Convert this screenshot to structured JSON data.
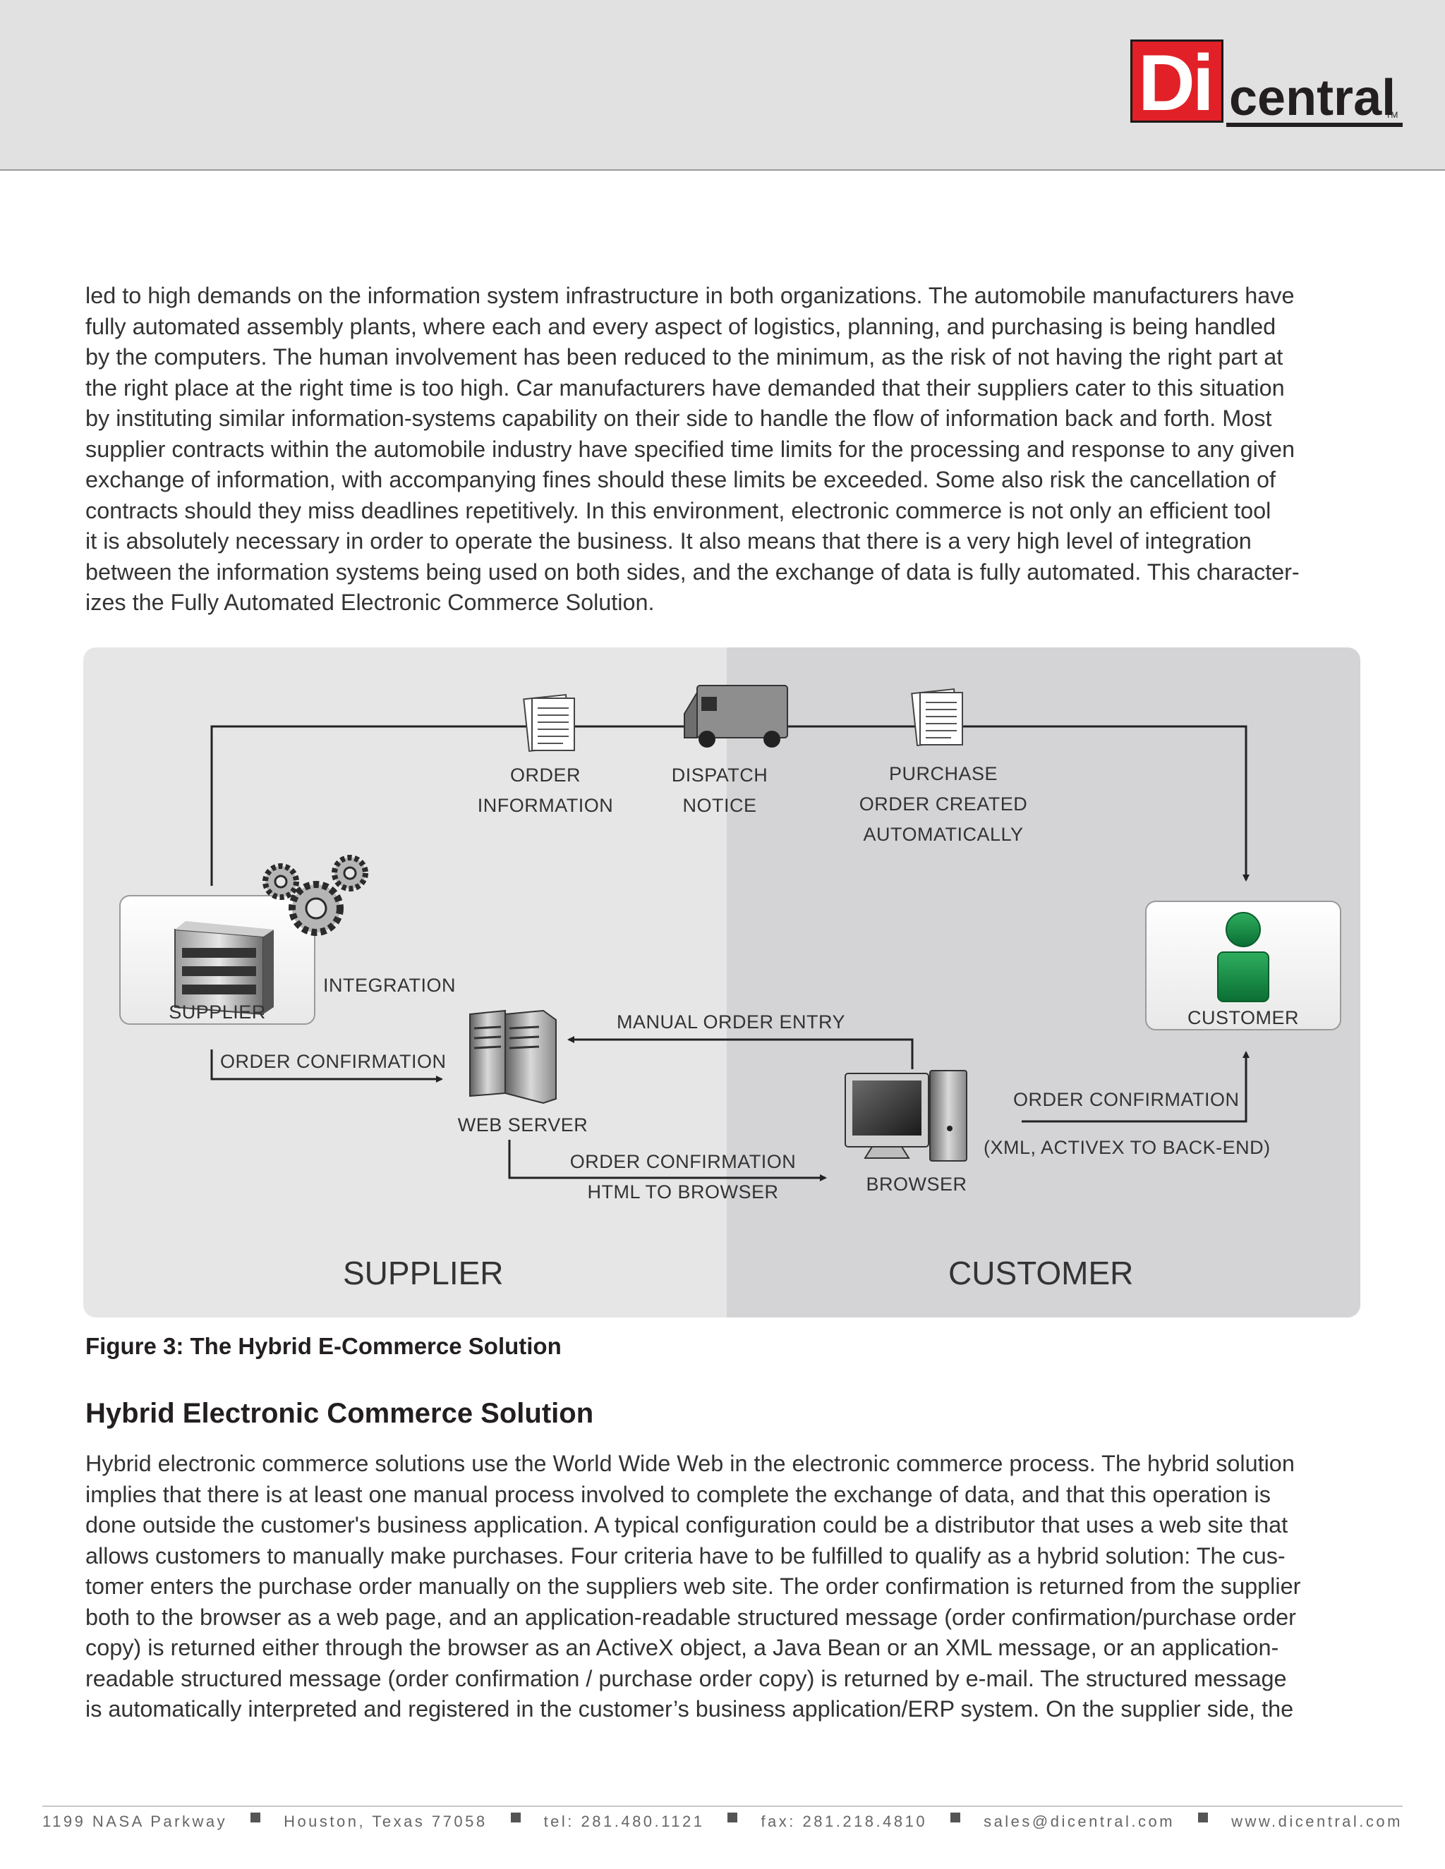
{
  "header": {
    "logo": {
      "mark": "Di",
      "wordmark": "central",
      "trademark": "TM"
    }
  },
  "intro": {
    "lines": [
      "led to high demands on the information system infrastructure in both organizations. The automobile manufacturers have",
      "fully automated assembly plants, where each and every aspect of logistics, planning, and purchasing is being handled",
      "by the computers. The human involvement has been reduced to the minimum, as the risk of not having the right part at",
      "the right place at the right time is too high. Car manufacturers have demanded that their suppliers cater to this situation",
      "by instituting similar information-systems capability on their side to handle the flow of information back and forth. Most",
      "supplier contracts within the automobile industry have specified time limits for the processing and response to any given",
      "exchange of information, with accompanying fines should these limits be exceeded. Some also risk the cancellation of",
      "contracts should they miss deadlines repetitively. In this environment, electronic commerce is not only an efficient tool",
      "it is absolutely necessary in order to operate the business. It also means that there is a very high level of integration",
      "between the information systems being used on both sides, and the exchange of data is fully automated. This character-",
      "izes the Fully Automated Electronic Commerce Solution."
    ]
  },
  "figure": {
    "labels": {
      "order_information": [
        "ORDER",
        "INFORMATION"
      ],
      "dispatch_notice": [
        "DISPATCH",
        "NOTICE"
      ],
      "purchase_order": [
        "PURCHASE",
        "ORDER CREATED",
        "AUTOMATICALLY"
      ],
      "integration": "INTEGRATION",
      "supplier_node": "SUPPLIER",
      "customer_node": "CUSTOMER",
      "manual_order_entry": "MANUAL ORDER ENTRY",
      "order_confirmation_left": "ORDER CONFIRMATION",
      "web_server": "WEB SERVER",
      "order_confirmation_html": [
        "ORDER CONFIRMATION",
        "HTML TO BROWSER"
      ],
      "browser": "BROWSER",
      "order_confirmation_right": "ORDER CONFIRMATION",
      "xml_activex": "(XML, ACTIVEX TO BACK-END)",
      "supplier_region": "SUPPLIER",
      "customer_region": "CUSTOMER"
    },
    "caption": "Figure 3: The Hybrid E-Commerce Solution"
  },
  "section": {
    "heading": "Hybrid Electronic Commerce Solution",
    "lines": [
      "Hybrid electronic commerce solutions use the World Wide Web in the electronic commerce process. The hybrid solution",
      "implies that there is at least one manual process involved to complete the exchange of data, and that this operation is",
      "done outside the customer's business application. A typical configuration could be a distributor that uses a web site that",
      "allows customers to manually make purchases. Four criteria have to be fulfilled to qualify as a hybrid solution: The cus-",
      "tomer enters the purchase order manually on the suppliers web site. The order confirmation is returned from the supplier",
      "both to the browser as a web page, and an application-readable structured message (order confirmation/purchase order",
      "copy) is returned either through the browser as an ActiveX object, a Java Bean or an XML message, or an application-",
      "readable structured message (order confirmation / purchase order copy) is returned by e-mail. The structured message",
      "is automatically interpreted and registered in the customer’s business application/ERP system. On the supplier side, the"
    ]
  },
  "footer": {
    "address": "1199 NASA Parkway",
    "city": "Houston, Texas 77058",
    "tel": "tel: 281.480.1121",
    "fax": "fax: 281.218.4810",
    "email": "sales@dicentral.com",
    "web": "www.dicentral.com"
  }
}
